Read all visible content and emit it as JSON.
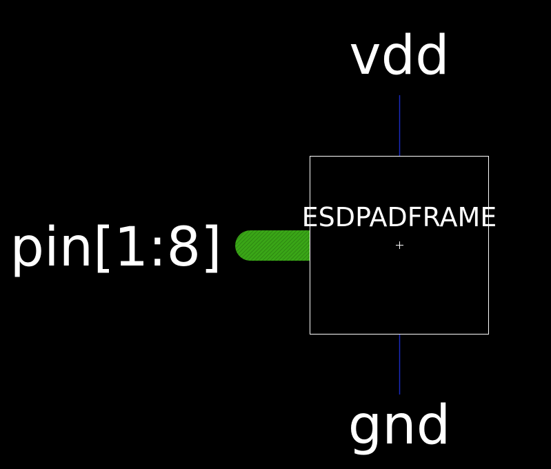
{
  "symbol": {
    "name": "ESDPADFRAME",
    "origin_marker": "origin-cross-icon"
  },
  "pins": {
    "top": "vdd",
    "left": "pin[1:8]",
    "bottom": "gnd"
  },
  "colors": {
    "background": "#000000",
    "symbol_outline": "#ffffff",
    "text": "#ffffff",
    "power_wire": "#1a2bbf",
    "bus_wire": "#3aa617",
    "bus_wire_hatch": "#2a7d10"
  }
}
